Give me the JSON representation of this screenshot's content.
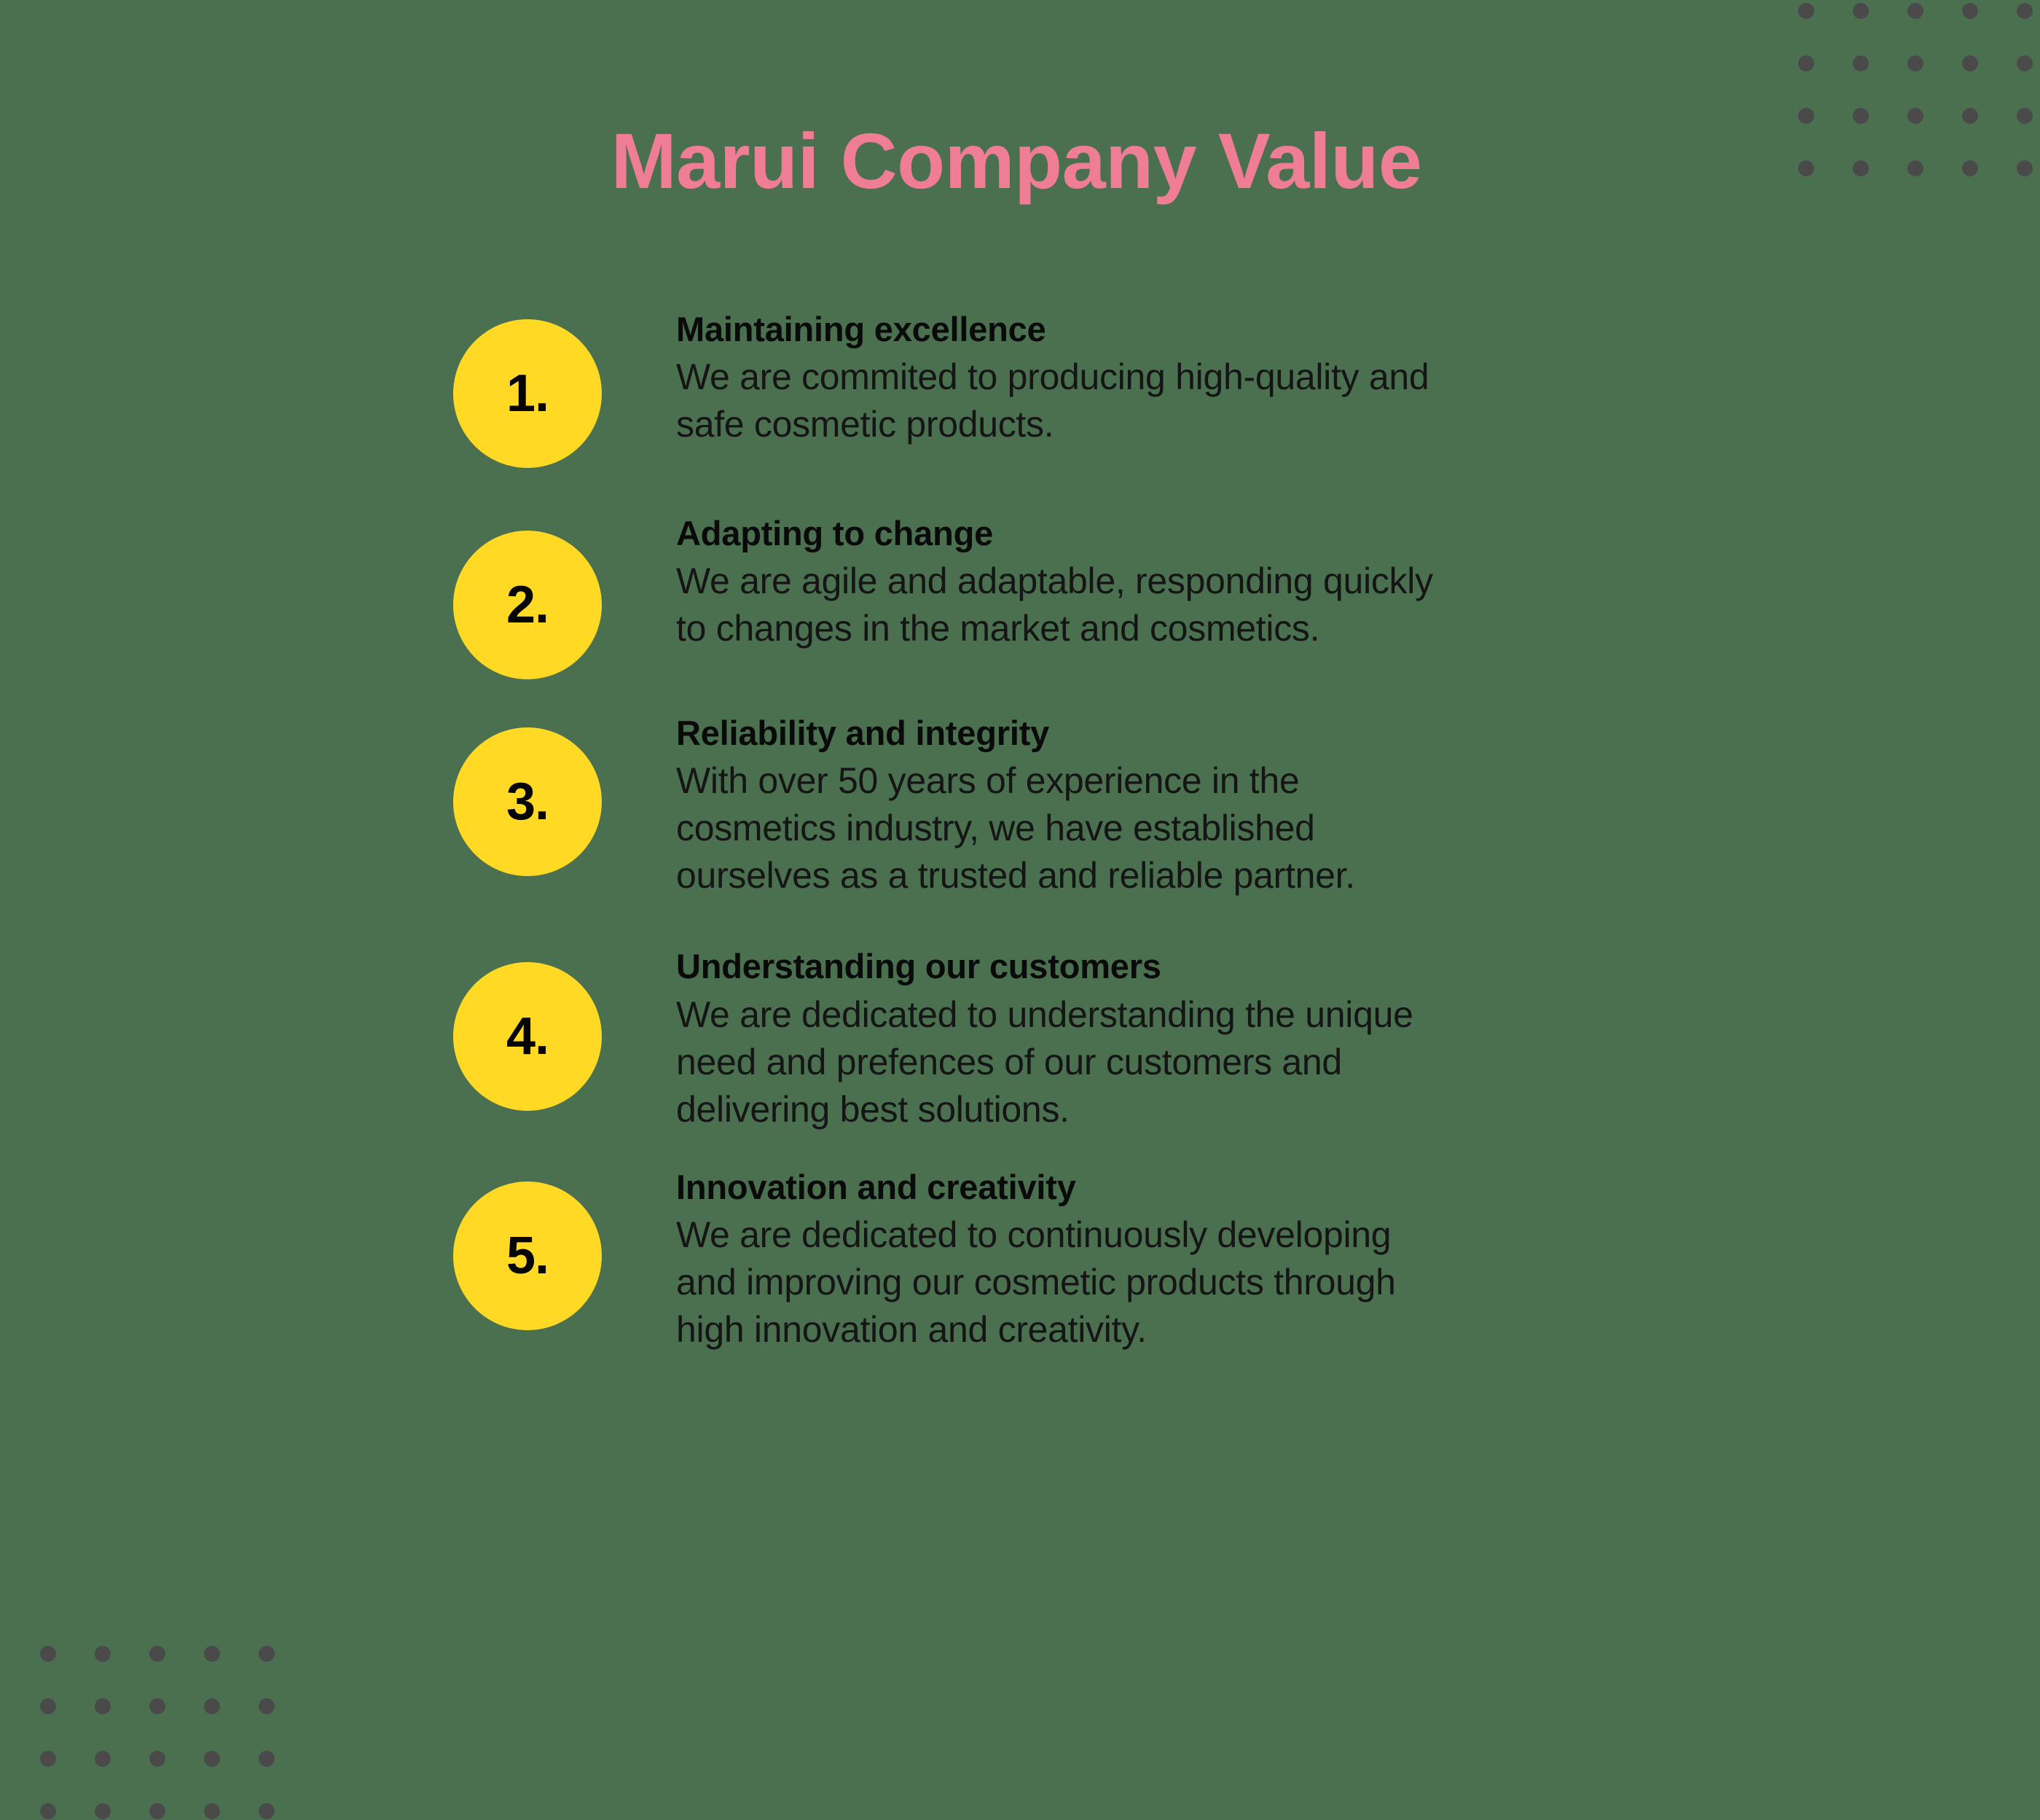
{
  "page": {
    "background_color": "#4A7050",
    "title": "Marui Company Value",
    "title_color": "#EE7D95",
    "badge_color": "#FFD923",
    "text_color": "#151515",
    "dot_color": "#4A4A4A"
  },
  "decor": {
    "top_right_grid": {
      "columns": 5,
      "rows": 4
    },
    "bottom_left_grid": {
      "columns": 5,
      "rows": 4
    }
  },
  "values": [
    {
      "number": "1.",
      "heading": "Maintaining excellence",
      "text": "We are commited to producing high-quality and\nsafe cosmetic products."
    },
    {
      "number": "2.",
      "heading": "Adapting to change",
      "text": "We are agile and adaptable, responding quickly\nto changes in the market and cosmetics."
    },
    {
      "number": "3.",
      "heading": "Reliability and integrity",
      "text": "With over 50 years of experience in the\ncosmetics industry, we have established\nourselves as a trusted and reliable partner."
    },
    {
      "number": "4.",
      "heading": "Understanding our customers",
      "text": "We are dedicated to understanding the unique\nneed and prefences of our customers and\ndelivering best solutions."
    },
    {
      "number": "5.",
      "heading": "Innovation and creativity",
      "text": "We are dedicated to continuously developing\nand improving our cosmetic products through\nhigh innovation and creativity."
    }
  ]
}
